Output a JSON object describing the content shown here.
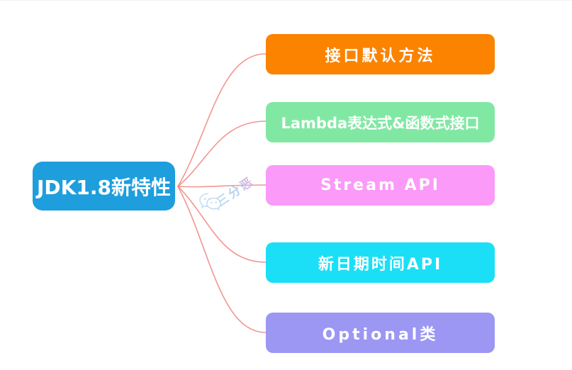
{
  "diagram": {
    "root": {
      "label": "JDK1.8新特性",
      "color": "#1e9edd"
    },
    "branches": [
      {
        "label": "接口默认方法",
        "color": "#fb8300"
      },
      {
        "label": "Lambda表达式&函数式接口",
        "color": "#81e8a3"
      },
      {
        "label": "Stream API",
        "color": "#fb9af8"
      },
      {
        "label": "新日期时间API",
        "color": "#1adff7"
      },
      {
        "label": "Optional类",
        "color": "#9c97f3"
      }
    ],
    "connector_color": "#f0837f",
    "text_color": "#ffffff",
    "watermark": {
      "text": "三分恶",
      "icon": "wechat-icon",
      "color": "#a9cdee"
    }
  }
}
